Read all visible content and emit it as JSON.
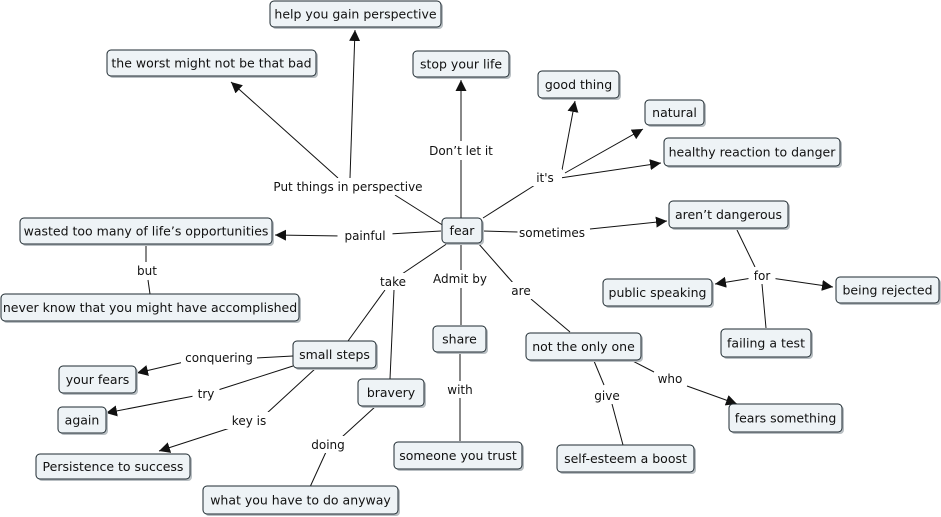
{
  "concepts": {
    "fear": "fear",
    "help_perspective": "help you gain perspective",
    "worst_not_bad": "the worst might not be that bad",
    "stop_life": "stop your life",
    "good_thing": "good thing",
    "natural": "natural",
    "healthy_reaction": "healthy reaction to danger",
    "wasted_opportunities": "wasted too many of life’s opportunities",
    "arent_dangerous": "aren’t dangerous",
    "never_know": "never know that you might have accomplished",
    "public_speaking": "public speaking",
    "being_rejected": "being rejected",
    "share": "share",
    "not_only_one": "not the only one",
    "small_steps": "small steps",
    "failing_test": "failing a test",
    "your_fears": "your fears",
    "bravery": "bravery",
    "again": "again",
    "fears_something": "fears something",
    "someone_trust": "someone you trust",
    "self_esteem": "self-esteem a boost",
    "persistence": "Persistence to success",
    "what_anyway": "what you have to do anyway"
  },
  "links": {
    "put_perspective": "Put things in perspective",
    "dont_let": "Don’t let it",
    "its": "it's",
    "painful": "painful",
    "sometimes": "sometimes",
    "but": "but",
    "for": "for",
    "take": "take",
    "admit_by": "Admit  by",
    "are": "are",
    "conquering": "conquering",
    "try": "try",
    "key_is": "key is",
    "with": "with",
    "who": "who",
    "give": "give",
    "doing": "doing"
  },
  "colors": {
    "node_fill": "#eef3f6",
    "node_border": "#1e2a30",
    "line": "#111111"
  }
}
